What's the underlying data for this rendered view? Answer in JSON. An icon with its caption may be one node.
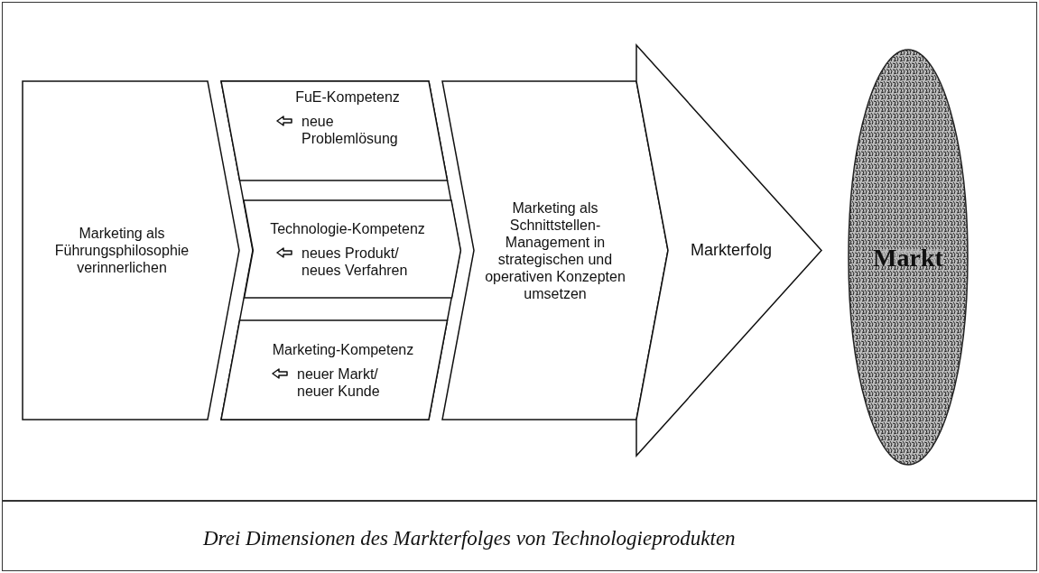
{
  "diagram": {
    "caption": "Drei Dimensionen des Markterfolges von Technologieprodukten",
    "nodes": [
      {
        "text": [
          "Marketing als Führungsphilosophie verinnerlichen"
        ]
      },
      {
        "text": [],
        "shape": "chevron"
      },
      {
        "text": [
          "FuE-Kompetenz",
          "neue Problemlösung"
        ],
        "in": 1
      },
      {
        "text": [
          "Technologie-Kompetenz",
          "neues Produkt/ neues Verfahren"
        ],
        "in": 1
      },
      {
        "text": [
          "Marketing-Kompetenz",
          "neuer Markt/ neuer Kunde"
        ],
        "in": 1
      },
      {
        "text": [
          "Marketing als Schnittstellen-Management in strategischen und operativen Konzepten umsetzen"
        ]
      },
      {
        "text": [
          "Markterfolg"
        ]
      },
      {
        "text": [
          "Markt"
        ]
      }
    ]
  }
}
